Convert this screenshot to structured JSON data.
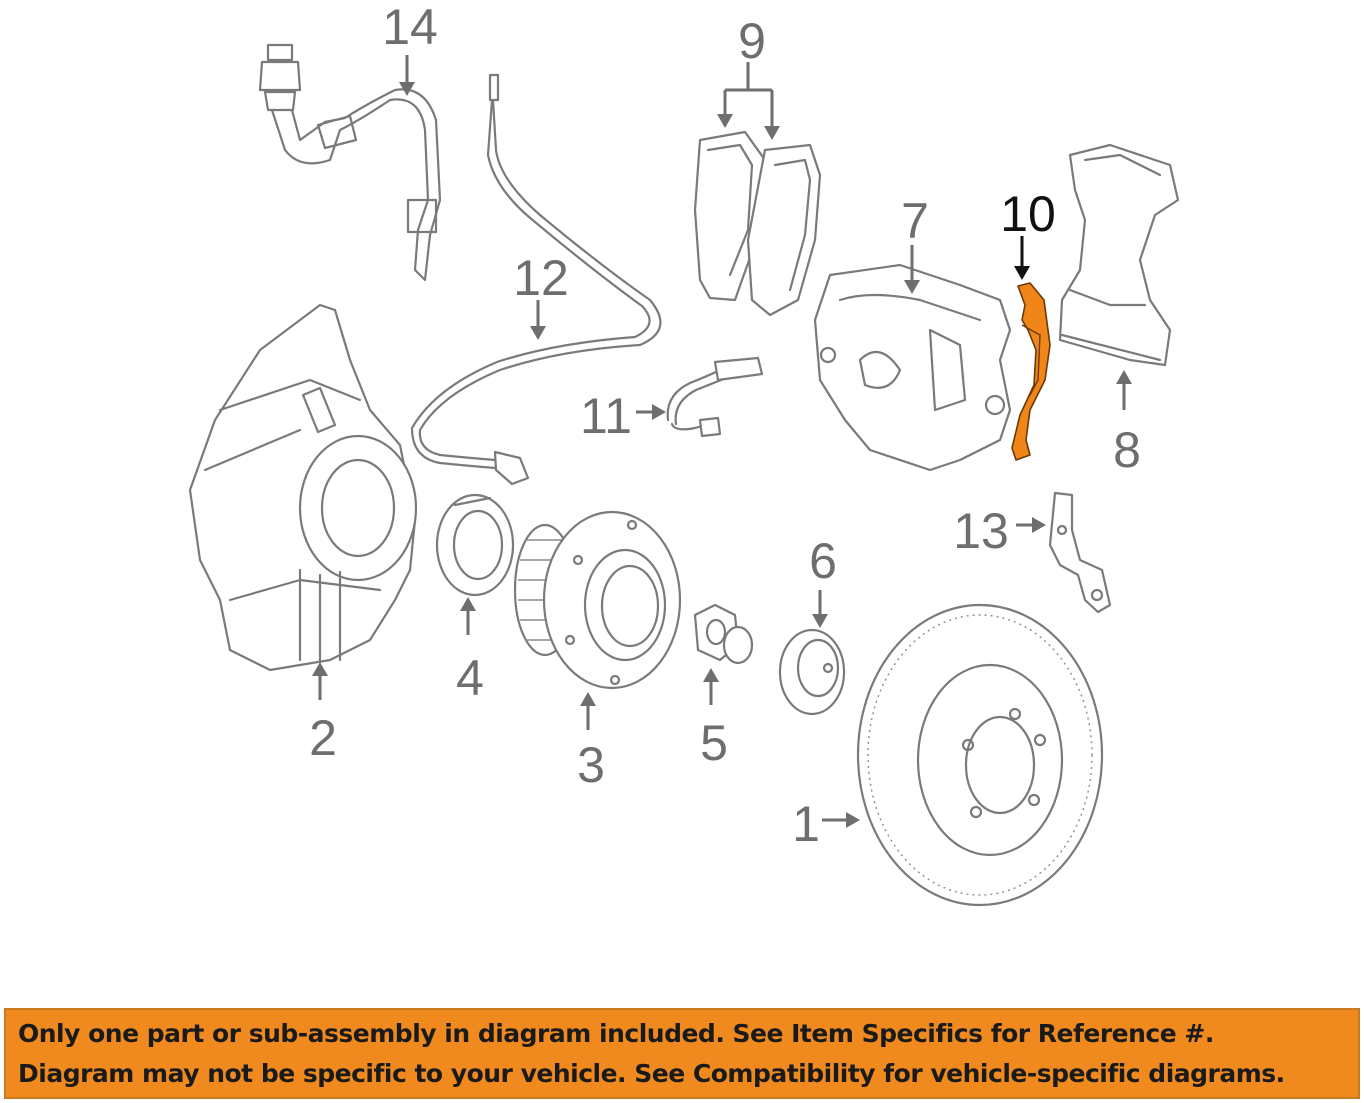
{
  "diagram": {
    "callouts": [
      {
        "id": "1",
        "label": "1"
      },
      {
        "id": "2",
        "label": "2"
      },
      {
        "id": "3",
        "label": "3"
      },
      {
        "id": "4",
        "label": "4"
      },
      {
        "id": "5",
        "label": "5"
      },
      {
        "id": "6",
        "label": "6"
      },
      {
        "id": "7",
        "label": "7"
      },
      {
        "id": "8",
        "label": "8"
      },
      {
        "id": "9",
        "label": "9"
      },
      {
        "id": "10",
        "label": "10"
      },
      {
        "id": "11",
        "label": "11"
      },
      {
        "id": "12",
        "label": "12"
      },
      {
        "id": "13",
        "label": "13"
      },
      {
        "id": "14",
        "label": "14"
      }
    ],
    "highlighted_part": "10",
    "colors": {
      "highlight": "#f0851a",
      "line": "#7a7a7a",
      "banner": "#f08a1e",
      "banner_text": "#1a1a1a"
    }
  },
  "notice": {
    "line1": "Only one part or sub-assembly in diagram included. See Item Specifics for Reference #.",
    "line2": "Diagram may not be specific to your vehicle. See Compatibility for vehicle-specific diagrams."
  }
}
